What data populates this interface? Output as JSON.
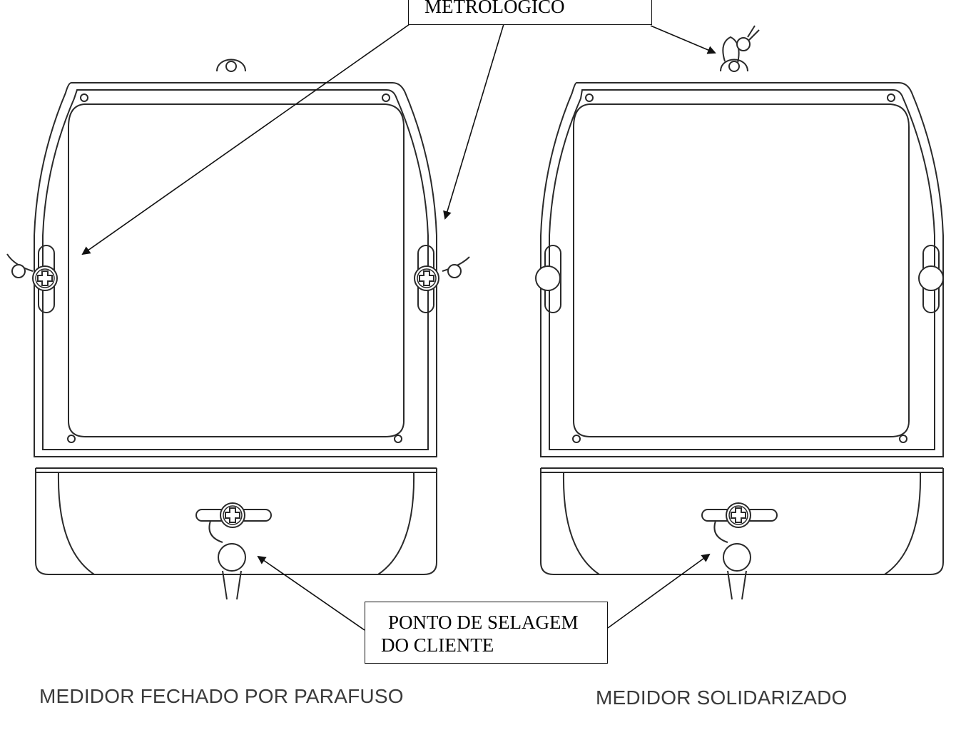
{
  "callouts": {
    "top": "METROLÓGICO",
    "bottom_line1": "PONTO DE SELAGEM",
    "bottom_line2": "DO CLIENTE"
  },
  "captions": {
    "left": "MEDIDOR FECHADO POR PARAFUSO",
    "right": "MEDIDOR SOLIDARIZADO"
  },
  "colors": {
    "line": "#2a2a2a",
    "caption": "#3a3a3a",
    "background": "#ffffff"
  }
}
